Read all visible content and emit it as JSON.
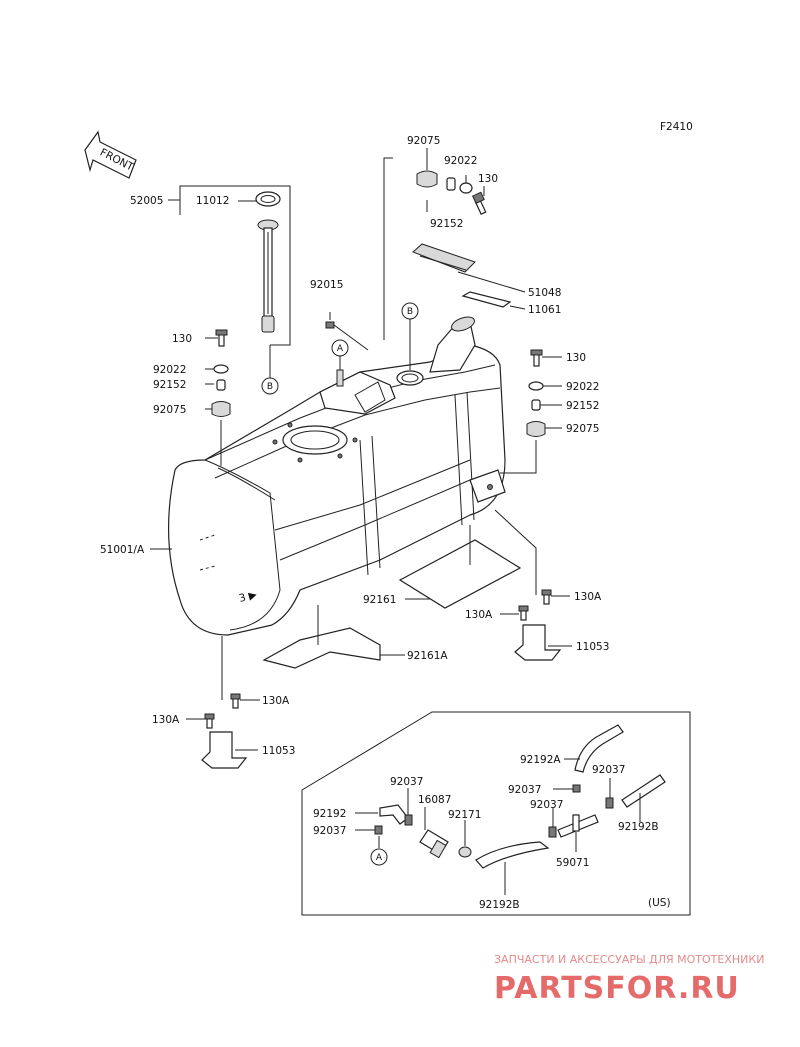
{
  "figure_code": "F2410",
  "front_label": "FRONT",
  "region_note": "(US)",
  "ref_marks": {
    "a": "A",
    "b": "B"
  },
  "labels": {
    "l_92075_top": "92075",
    "l_92022_top": "92022",
    "l_130_top": "130",
    "l_92152_top": "92152",
    "l_52005": "52005",
    "l_11012": "11012",
    "l_92015": "92015",
    "l_51048": "51048",
    "l_11061": "11061",
    "l_130_left": "130",
    "l_92022_left": "92022",
    "l_92152_left": "92152",
    "l_92075_left": "92075",
    "l_130_right": "130",
    "l_92022_right": "92022",
    "l_92152_right": "92152",
    "l_92075_right": "92075",
    "l_51001": "51001/A",
    "l_92161": "92161",
    "l_130a_r1": "130A",
    "l_130a_r2": "130A",
    "l_11053_r": "11053",
    "l_92161a": "92161A",
    "l_130a_l1": "130A",
    "l_130a_l2": "130A",
    "l_11053_l": "11053",
    "l_92192a": "92192A",
    "l_92037_a": "92037",
    "l_92037_b": "92037",
    "l_92037_c": "92037",
    "l_92037_d": "92037",
    "l_92037_e": "92037",
    "l_16087": "16087",
    "l_92192": "92192",
    "l_92171": "92171",
    "l_59071": "59071",
    "l_92192b_r": "92192B",
    "l_92192b_b": "92192B"
  },
  "watermark": {
    "tagline": "ЗАПЧАСТИ И АКСЕССУАРЫ ДЛЯ МОТОТЕХНИКИ",
    "brand": "PARTSFOR.RU"
  }
}
